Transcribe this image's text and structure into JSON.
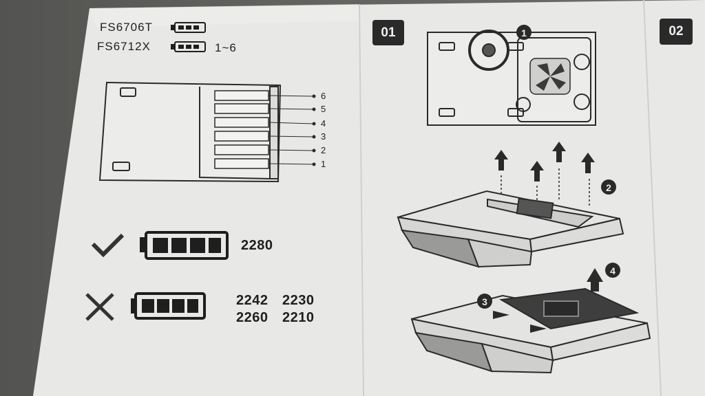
{
  "models": [
    {
      "name": "FS6706T",
      "slots": ""
    },
    {
      "name": "FS6712X",
      "slots": "1~6"
    }
  ],
  "slot_numbers": [
    "6",
    "5",
    "4",
    "3",
    "2",
    "1"
  ],
  "supported": {
    "icon": "check-icon",
    "size": "2280"
  },
  "unsupported": {
    "icon": "cross-icon",
    "sizes": [
      "2242",
      "2230",
      "2260",
      "2210"
    ]
  },
  "steps": [
    {
      "badge": "01",
      "callouts": [
        "1",
        "2",
        "3",
        "4"
      ]
    },
    {
      "badge": "02"
    }
  ],
  "colors": {
    "paper": "#e9e9e7",
    "ink": "#1e1e1e",
    "badge": "#2a2a2a"
  }
}
